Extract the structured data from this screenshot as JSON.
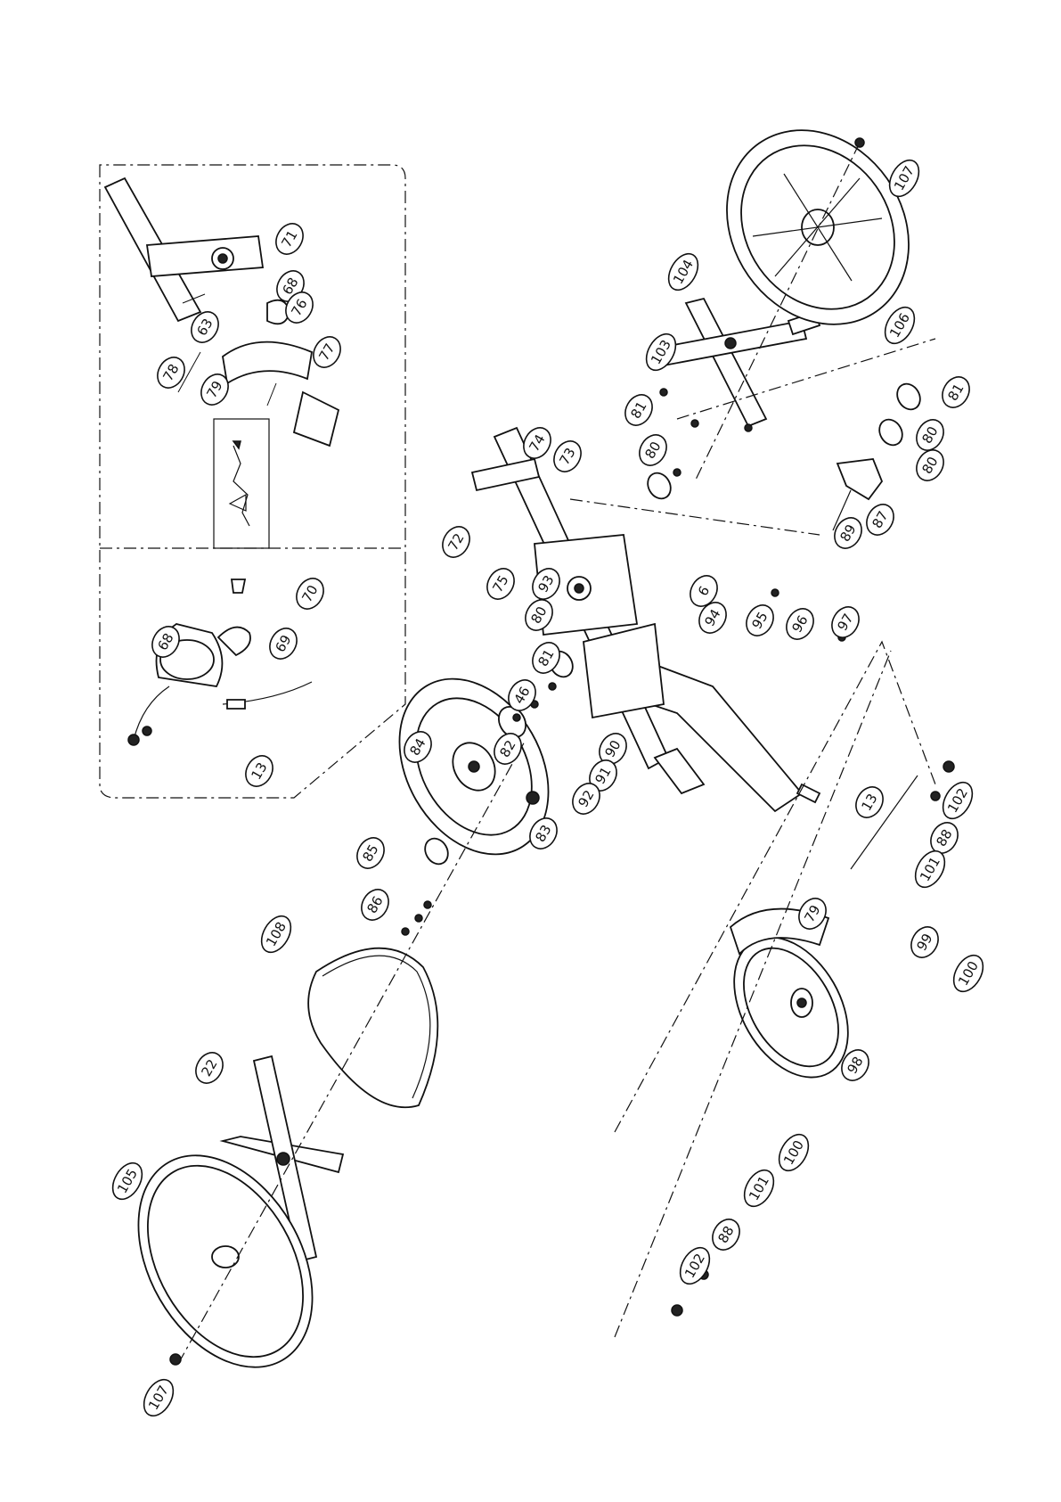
{
  "diagram": {
    "labels": [
      "13",
      "63",
      "68",
      "69",
      "70",
      "71",
      "72",
      "73",
      "74",
      "75",
      "76",
      "77",
      "78",
      "79",
      "80",
      "81",
      "82",
      "83",
      "84",
      "85",
      "86",
      "87",
      "88",
      "89",
      "90",
      "91",
      "92",
      "93",
      "94",
      "95",
      "96",
      "97",
      "98",
      "99",
      "100",
      "101",
      "102",
      "103",
      "104",
      "105",
      "106",
      "107",
      "108",
      "22",
      "46",
      "6"
    ],
    "callouts": [
      {
        "id": "c107a",
        "text": "107"
      },
      {
        "id": "c106",
        "text": "106"
      },
      {
        "id": "c104",
        "text": "104"
      },
      {
        "id": "c103",
        "text": "103"
      },
      {
        "id": "c81a",
        "text": "81"
      },
      {
        "id": "c80a",
        "text": "80"
      },
      {
        "id": "c81b",
        "text": "81"
      },
      {
        "id": "c80b",
        "text": "80"
      },
      {
        "id": "c80c",
        "text": "80"
      },
      {
        "id": "c87",
        "text": "87"
      },
      {
        "id": "c89",
        "text": "89"
      },
      {
        "id": "c74",
        "text": "74"
      },
      {
        "id": "c73",
        "text": "73"
      },
      {
        "id": "c72",
        "text": "72"
      },
      {
        "id": "c75",
        "text": "75"
      },
      {
        "id": "c93",
        "text": "93"
      },
      {
        "id": "c6",
        "text": "6"
      },
      {
        "id": "c94",
        "text": "94"
      },
      {
        "id": "c95",
        "text": "95"
      },
      {
        "id": "c96",
        "text": "96"
      },
      {
        "id": "c97",
        "text": "97"
      },
      {
        "id": "c80d",
        "text": "80"
      },
      {
        "id": "c81c",
        "text": "81"
      },
      {
        "id": "c46",
        "text": "46"
      },
      {
        "id": "c82",
        "text": "82"
      },
      {
        "id": "c84",
        "text": "84"
      },
      {
        "id": "c83",
        "text": "83"
      },
      {
        "id": "c90",
        "text": "90"
      },
      {
        "id": "c91",
        "text": "91"
      },
      {
        "id": "c92",
        "text": "92"
      },
      {
        "id": "c13a",
        "text": "13"
      },
      {
        "id": "c102a",
        "text": "102"
      },
      {
        "id": "c88a",
        "text": "88"
      },
      {
        "id": "c101a",
        "text": "101"
      },
      {
        "id": "c99",
        "text": "99"
      },
      {
        "id": "c100a",
        "text": "100"
      },
      {
        "id": "c79a",
        "text": "79"
      },
      {
        "id": "c98",
        "text": "98"
      },
      {
        "id": "c100b",
        "text": "100"
      },
      {
        "id": "c101b",
        "text": "101"
      },
      {
        "id": "c88b",
        "text": "88"
      },
      {
        "id": "c102b",
        "text": "102"
      },
      {
        "id": "c85",
        "text": "85"
      },
      {
        "id": "c86",
        "text": "86"
      },
      {
        "id": "c108",
        "text": "108"
      },
      {
        "id": "c22",
        "text": "22"
      },
      {
        "id": "c105",
        "text": "105"
      },
      {
        "id": "c107b",
        "text": "107"
      },
      {
        "id": "c71",
        "text": "71"
      },
      {
        "id": "c68a",
        "text": "68"
      },
      {
        "id": "c76",
        "text": "76"
      },
      {
        "id": "c63",
        "text": "63"
      },
      {
        "id": "c78",
        "text": "78"
      },
      {
        "id": "c79b",
        "text": "79"
      },
      {
        "id": "c77",
        "text": "77"
      },
      {
        "id": "c68b",
        "text": "68"
      },
      {
        "id": "c69",
        "text": "69"
      },
      {
        "id": "c70",
        "text": "70"
      },
      {
        "id": "c13b",
        "text": "13"
      }
    ]
  }
}
